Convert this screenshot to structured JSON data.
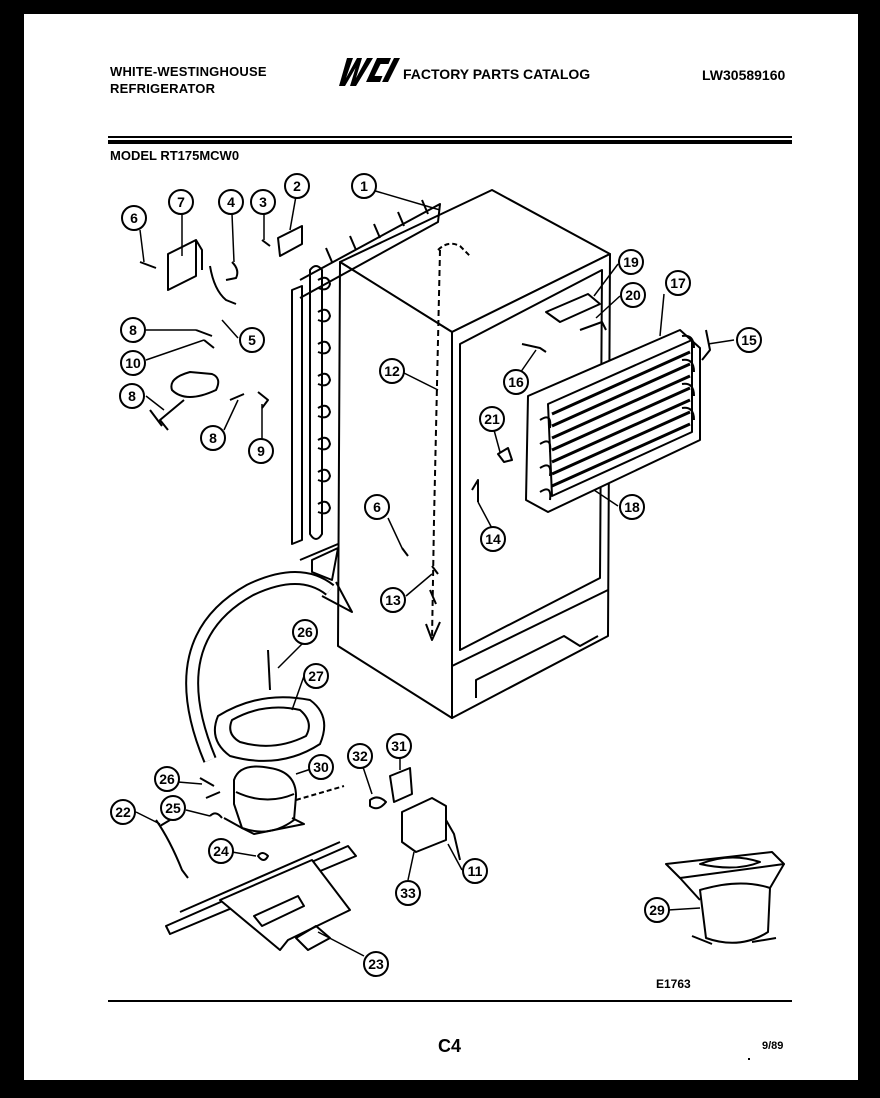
{
  "header": {
    "manufacturer_line1": "WHITE-WESTINGHOUSE",
    "manufacturer_line2": "REFRIGERATOR",
    "logo_text": "WCI",
    "catalog_title": "FACTORY PARTS CATALOG",
    "document_number": "LW30589160"
  },
  "model_label": "MODEL RT175MCW0",
  "figure_code": "E1763",
  "footer": {
    "page_code": "C4",
    "date_code": "9/89"
  },
  "callouts": [
    {
      "id": "c1",
      "label": "1"
    },
    {
      "id": "c2",
      "label": "2"
    },
    {
      "id": "c3",
      "label": "3"
    },
    {
      "id": "c4",
      "label": "4"
    },
    {
      "id": "c5",
      "label": "5"
    },
    {
      "id": "c6a",
      "label": "6"
    },
    {
      "id": "c6b",
      "label": "6"
    },
    {
      "id": "c7",
      "label": "7"
    },
    {
      "id": "c8a",
      "label": "8"
    },
    {
      "id": "c8b",
      "label": "8"
    },
    {
      "id": "c8c",
      "label": "8"
    },
    {
      "id": "c9",
      "label": "9"
    },
    {
      "id": "c10",
      "label": "10"
    },
    {
      "id": "c11",
      "label": "11"
    },
    {
      "id": "c12",
      "label": "12"
    },
    {
      "id": "c13",
      "label": "13"
    },
    {
      "id": "c14",
      "label": "14"
    },
    {
      "id": "c15",
      "label": "15"
    },
    {
      "id": "c16",
      "label": "16"
    },
    {
      "id": "c17",
      "label": "17"
    },
    {
      "id": "c18",
      "label": "18"
    },
    {
      "id": "c19",
      "label": "19"
    },
    {
      "id": "c20",
      "label": "20"
    },
    {
      "id": "c21",
      "label": "21"
    },
    {
      "id": "c22",
      "label": "22"
    },
    {
      "id": "c23",
      "label": "23"
    },
    {
      "id": "c24",
      "label": "24"
    },
    {
      "id": "c25",
      "label": "25"
    },
    {
      "id": "c26a",
      "label": "26"
    },
    {
      "id": "c26b",
      "label": "26"
    },
    {
      "id": "c27",
      "label": "27"
    },
    {
      "id": "c29",
      "label": "29"
    },
    {
      "id": "c30",
      "label": "30"
    },
    {
      "id": "c31",
      "label": "31"
    },
    {
      "id": "c32",
      "label": "32"
    },
    {
      "id": "c33",
      "label": "33"
    }
  ]
}
